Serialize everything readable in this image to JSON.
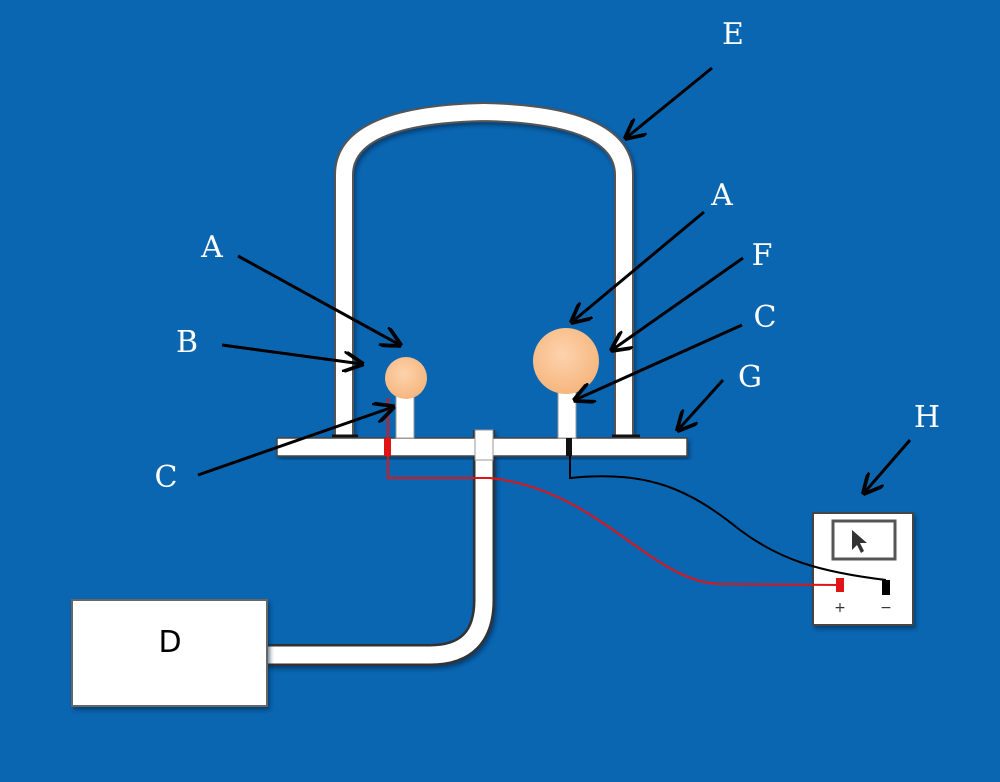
{
  "diagram": {
    "title": "",
    "background_color": "#0a66b1",
    "colors": {
      "tube": "#ffffff",
      "electrode_ball": "#fcc592",
      "positive_wire": "#e01414",
      "negative_wire": "#000000",
      "arrow": "#000000"
    },
    "labels": {
      "A_left": "A",
      "A_right": "A",
      "B": "B",
      "C_left": "C",
      "C_right": "C",
      "D": "D",
      "E": "E",
      "F": "F",
      "G": "G",
      "H": "H"
    },
    "meter": {
      "positive_terminal": "+",
      "negative_terminal": "−",
      "icon": "cursor-arrow-icon"
    },
    "components": [
      {
        "id": "A",
        "description": "electrode spheres (small left, large right)"
      },
      {
        "id": "B",
        "description": "glass bell jar wall (left)"
      },
      {
        "id": "C",
        "description": "electrode support stems with wire"
      },
      {
        "id": "D",
        "description": "vacuum pump box"
      },
      {
        "id": "E",
        "description": "bell jar dome"
      },
      {
        "id": "F",
        "description": "glass bell jar wall (right)"
      },
      {
        "id": "G",
        "description": "base plate"
      },
      {
        "id": "H",
        "description": "meter / power supply"
      }
    ]
  }
}
